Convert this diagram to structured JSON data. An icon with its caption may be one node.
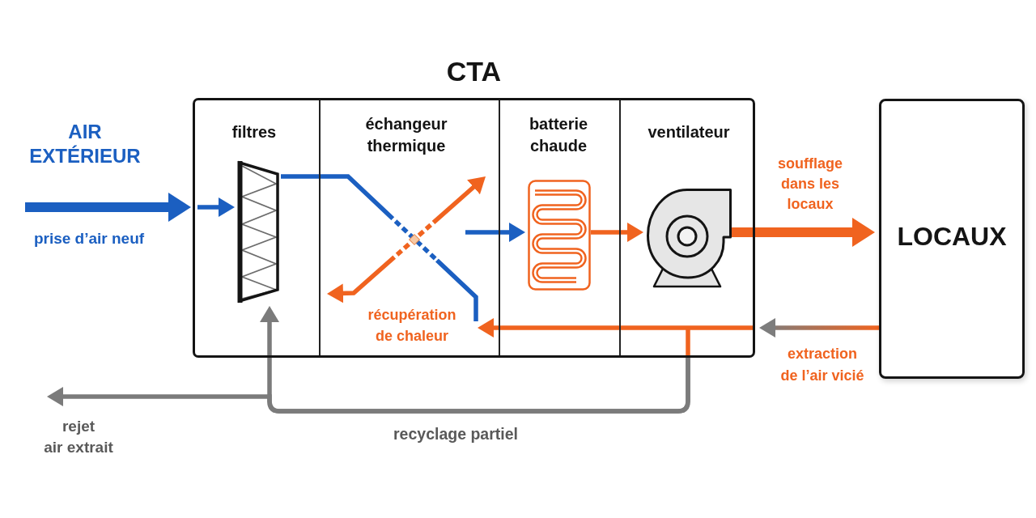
{
  "diagram": {
    "nodes": [
      {
        "text": [
          "CTA"
        ]
      },
      {
        "text": [
          "filtres"
        ],
        "in": 0
      },
      {
        "text": [
          "échangeur thermique",
          "récupération de chaleur"
        ],
        "in": 0
      },
      {
        "text": [
          "batterie chaude"
        ],
        "in": 0
      },
      {
        "text": [
          "ventilateur"
        ],
        "in": 0
      },
      {
        "text": [],
        "shape": "picture",
        "in": 1
      },
      {
        "text": [],
        "shape": "picture",
        "in": 3
      },
      {
        "text": [],
        "shape": "picture",
        "in": 4
      },
      {
        "text": [
          "LOCAUX"
        ]
      }
    ],
    "edges": [
      {
        "from": null,
        "to": 1,
        "arrow": "to",
        "label": "prise d’air neuf",
        "style": "thick"
      },
      {
        "from": null,
        "to": 5,
        "arrow": "to"
      },
      {
        "from": 5,
        "to": 2,
        "arrow": "none"
      },
      {
        "from": 2,
        "to": 6,
        "arrow": "to"
      },
      {
        "from": 6,
        "to": 7,
        "arrow": "to",
        "color": "#f0631f"
      },
      {
        "from": 7,
        "to": 8,
        "arrow": "to",
        "label": "soufflage dans les locaux",
        "style": "thick",
        "color": "#f0631f"
      },
      {
        "from": 8,
        "to": 0,
        "arrow": "to",
        "label": "extraction de l’air vicié",
        "color": "#f0631f"
      },
      {
        "from": 0,
        "to": 2,
        "arrow": "to",
        "color": "#f0631f"
      },
      {
        "from": 0,
        "to": 5,
        "arrow": "to",
        "label": "recyclage partiel",
        "color": "#7b7b7b"
      },
      {
        "from": 0,
        "to": null,
        "arrow": "to",
        "label": "rejet air extrait",
        "color": "#7b7b7b"
      },
      {
        "from": 2,
        "to": 3,
        "arrow": "both",
        "color": "#f0631f"
      }
    ],
    "labels": [
      "AIR EXTÉRIEUR"
    ]
  }
}
